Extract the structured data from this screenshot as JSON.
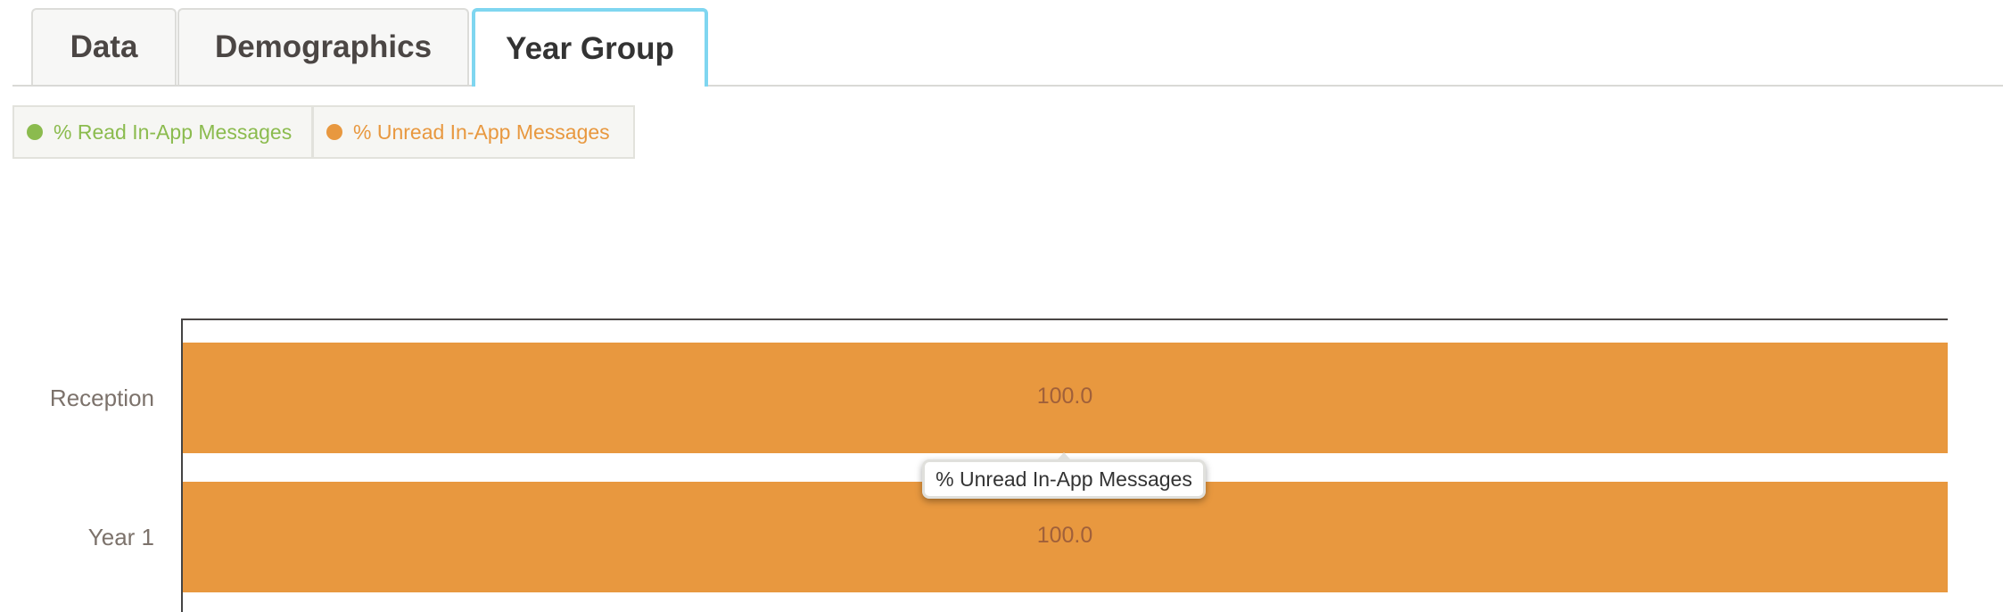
{
  "tabs": [
    {
      "label": "Data"
    },
    {
      "label": "Demographics"
    },
    {
      "label": "Year Group",
      "active": true
    }
  ],
  "legend": [
    {
      "label": "% Read In-App Messages",
      "color": "#8bbb4e"
    },
    {
      "label": "% Unread In-App Messages",
      "color": "#e8983f"
    }
  ],
  "tooltip": {
    "text": "% Unread In-App Messages"
  },
  "chart_data": {
    "type": "bar",
    "orientation": "horizontal",
    "stacked": true,
    "categories": [
      "Reception",
      "Year 1"
    ],
    "series": [
      {
        "name": "% Read In-App Messages",
        "color": "#8bbb4e",
        "values": [
          0,
          0
        ]
      },
      {
        "name": "% Unread In-App Messages",
        "color": "#e8983f",
        "values": [
          100.0,
          100.0
        ]
      }
    ],
    "data_labels": [
      "100.0",
      "100.0"
    ],
    "xlim": [
      0,
      100
    ],
    "legend_position": "top-left"
  }
}
